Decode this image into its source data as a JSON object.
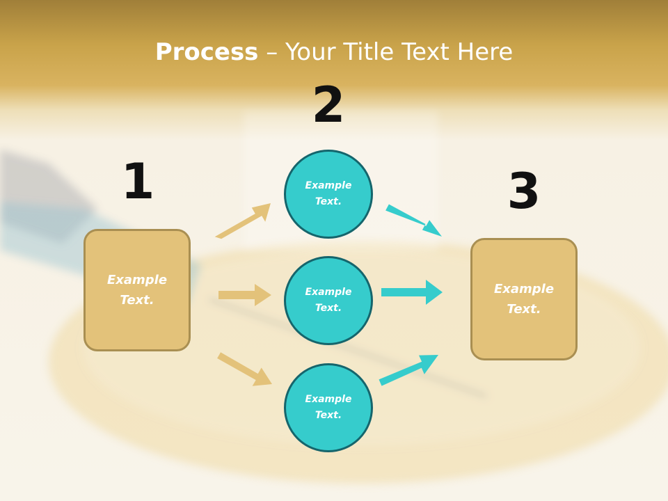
{
  "slide": {
    "title_bold": "Process",
    "title_rest": " – Your Title Text Here"
  },
  "steps": [
    {
      "number": "1",
      "box_text": "Example Text."
    },
    {
      "number": "2",
      "circles": [
        "Example Text.",
        "Example Text.",
        "Example Text."
      ]
    },
    {
      "number": "3",
      "box_text": "Example Text."
    }
  ],
  "colors": {
    "box_fill": "#e3c27a",
    "box_border": "#a98f52",
    "circle_fill": "#36cccc",
    "circle_border": "#15656c",
    "arrow_left": "#e3c27a",
    "arrow_right": "#36cccc"
  }
}
